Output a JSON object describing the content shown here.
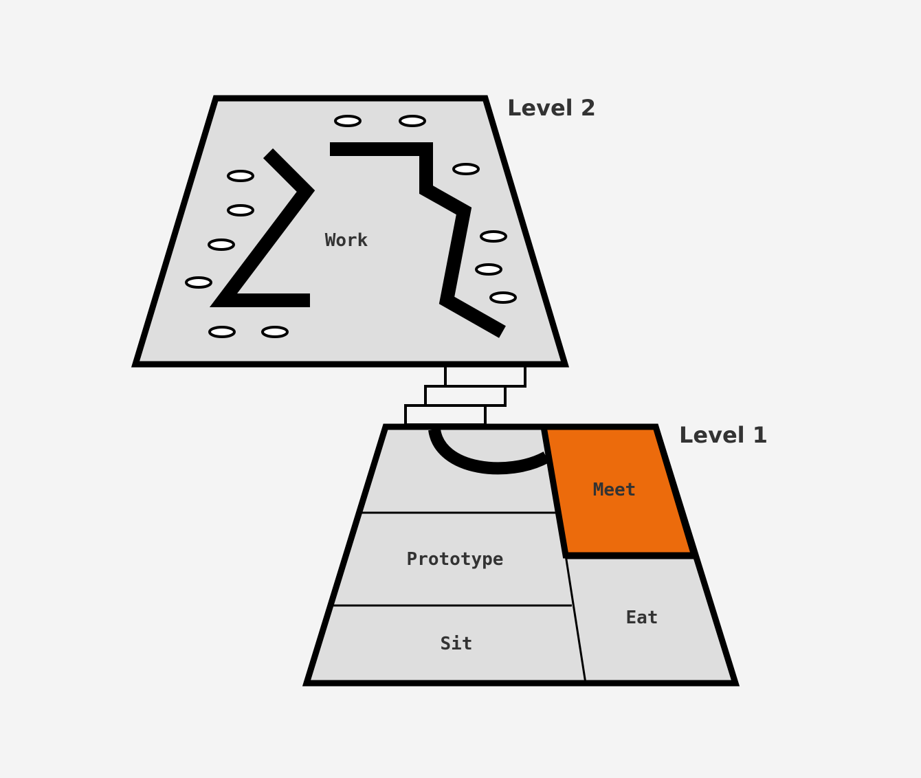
{
  "levels": {
    "upper": {
      "label": "Level 2"
    },
    "lower": {
      "label": "Level 1"
    }
  },
  "rooms": {
    "work": "Work",
    "meet": "Meet",
    "prototype": "Prototype",
    "sit": "Sit",
    "eat": "Eat"
  },
  "colors": {
    "background": "#f4f4f4",
    "floor_fill": "#dedede",
    "outline": "#000000",
    "highlight": "#ec6b0c",
    "label_text": "#333333"
  }
}
